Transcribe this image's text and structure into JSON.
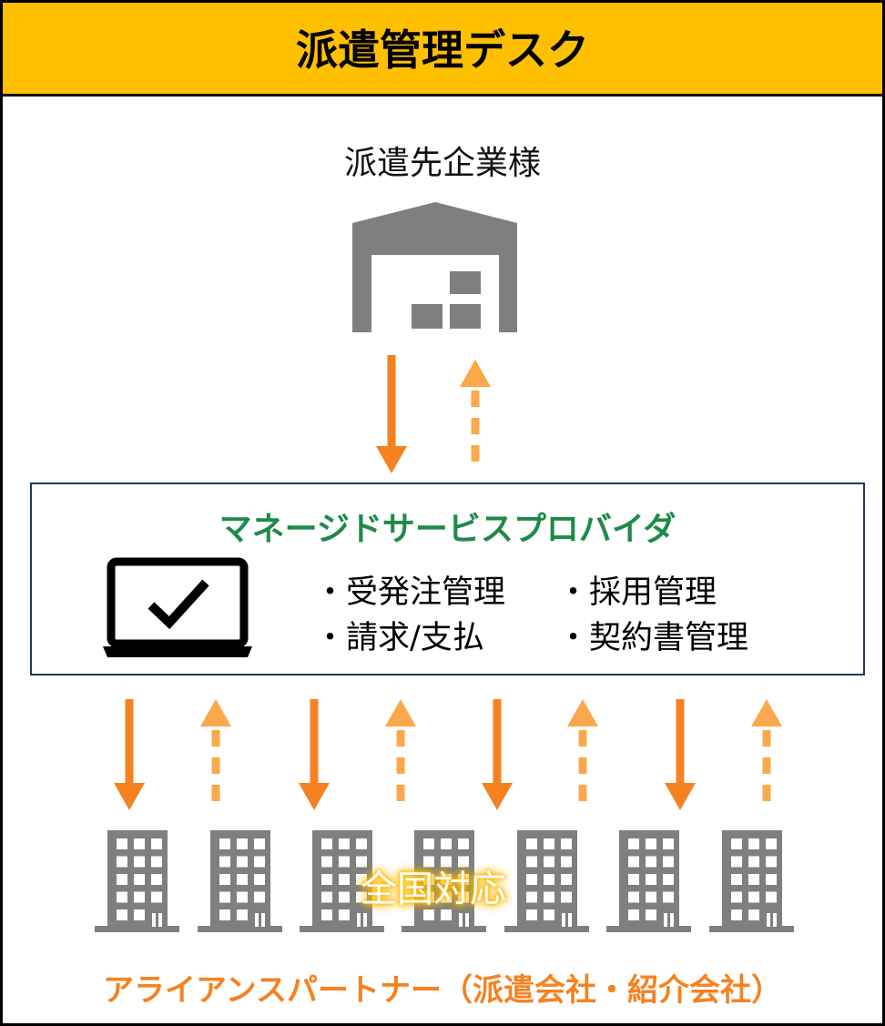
{
  "header": {
    "title": "派遣管理デスク"
  },
  "client": {
    "label": "派遣先企業様"
  },
  "msp": {
    "title": "マネージドサービスプロバイダ",
    "features": [
      "・受発注管理",
      "・採用管理",
      "・請求/支払",
      "・契約書管理"
    ]
  },
  "nationwide": "全国対応",
  "partners": {
    "label": "アライアンスパートナー（派遣会社・紹介会社）"
  },
  "colors": {
    "header": "#FFC000",
    "arrow_solid": "#F58220",
    "arrow_dashed": "#F9A94B",
    "icon": "#7f7f7f",
    "msp_title": "#1e8a4a"
  }
}
